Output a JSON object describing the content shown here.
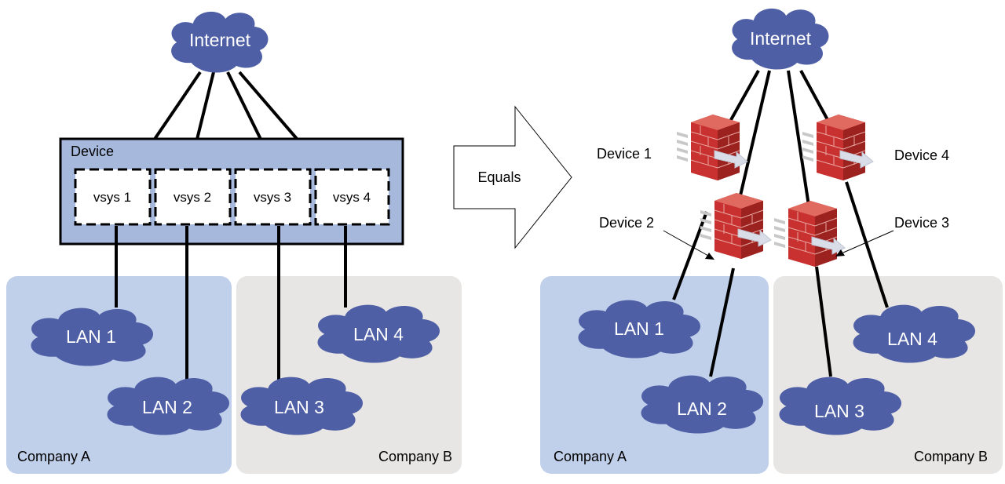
{
  "colors": {
    "cloud": "#4e5fa6",
    "company_a_bg": "#c1d0ea",
    "company_b_bg": "#e8e6e4",
    "device_box": "#a6b9dd",
    "firewall": "#c8312f"
  },
  "left": {
    "internet": "Internet",
    "device": "Device",
    "vsys": [
      "vsys 1",
      "vsys 2",
      "vsys 3",
      "vsys 4"
    ],
    "lans": [
      "LAN 1",
      "LAN 2",
      "LAN 3",
      "LAN 4"
    ],
    "company_a": "Company A",
    "company_b": "Company B"
  },
  "arrow_label": "Equals",
  "right": {
    "internet": "Internet",
    "devices": [
      "Device 1",
      "Device 2",
      "Device 3",
      "Device 4"
    ],
    "lans": [
      "LAN 1",
      "LAN 2",
      "LAN 3",
      "LAN 4"
    ],
    "company_a": "Company A",
    "company_b": "Company B"
  }
}
